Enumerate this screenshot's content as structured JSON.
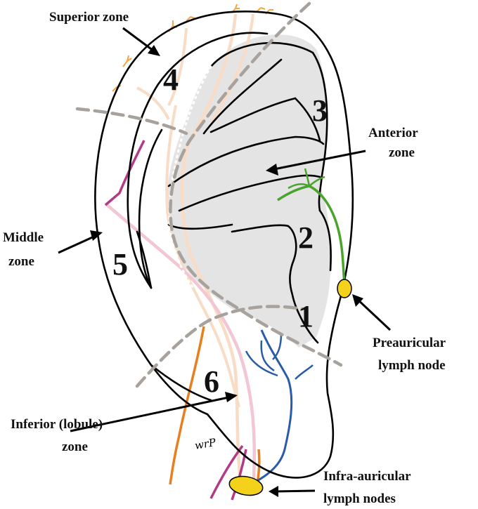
{
  "labels": {
    "superior": "Superior zone",
    "anterior_line1": "Anterior",
    "anterior_line2": "zone",
    "middle_line1": "Middle",
    "middle_line2": "zone",
    "inferior_line1": "Inferior (lobule)",
    "inferior_line2": "zone",
    "preauricular_line1": "Preauricular",
    "preauricular_line2": "lymph node",
    "infra_line1": "Infra-auricular",
    "infra_line2": "lymph nodes"
  },
  "zone_numbers": {
    "z1": "1",
    "z2": "2",
    "z3": "3",
    "z4": "4",
    "z5": "5",
    "z6": "6"
  },
  "signature": "wrP",
  "colors": {
    "concha_fill": "#e4e4e4",
    "zone_boundary": "#a8a29d",
    "anterior_drainage": "#4aa32b",
    "lymph_node": "#f4d11a",
    "blue_vessel": "#2a5ba8",
    "orange_vessel": "#e87f1e",
    "magenta_vessel": "#b33a86",
    "pink_vessel": "#f3c6d4",
    "peach_vessel": "#f8dcc6",
    "superior_branch": "#f2a547"
  }
}
